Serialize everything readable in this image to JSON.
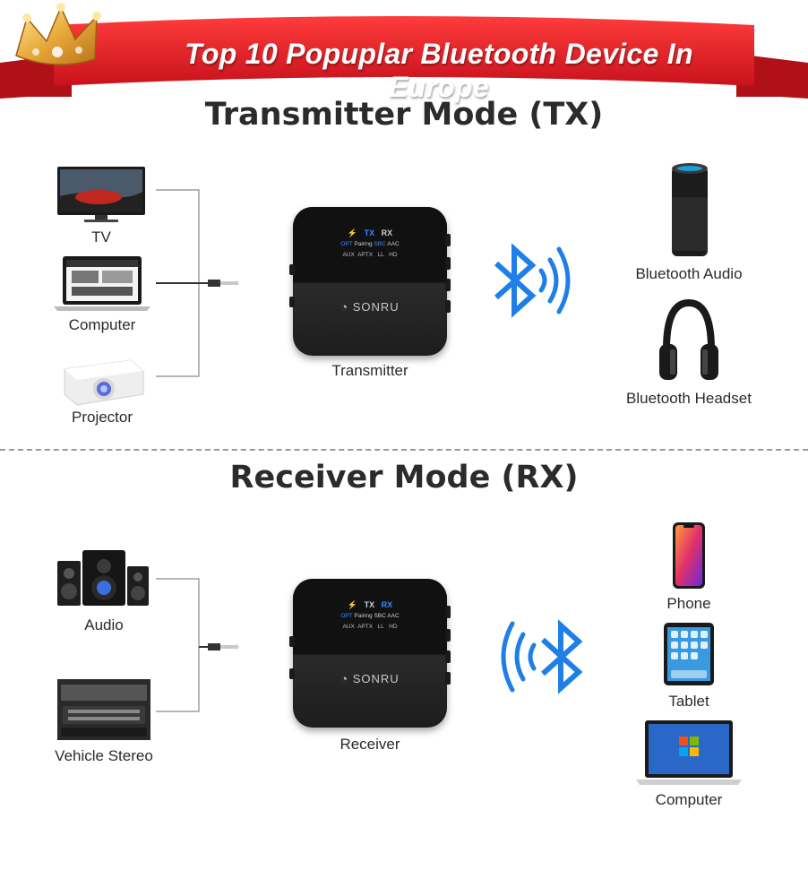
{
  "banner": {
    "title": "Top 10 Popuplar Bluetooth Device In Europe",
    "color": "#e0222e"
  },
  "tx_section": {
    "title": "Transmitter Mode (TX)",
    "sources": [
      "TV",
      "Computer",
      "Projector"
    ],
    "device_label": "Transmitter",
    "targets": [
      "Bluetooth Audio",
      "Bluetooth Headset"
    ]
  },
  "rx_section": {
    "title": "Receiver Mode (RX)",
    "sources": [
      "Audio",
      "Vehicle Stereo"
    ],
    "device_label": "Receiver",
    "targets": [
      "Phone",
      "Tablet",
      "Computer"
    ]
  },
  "device": {
    "brand": "SONRU",
    "mode_tx": "TX",
    "mode_rx": "RX",
    "codecs_row1": [
      "OPT",
      "Pairing",
      "SBC",
      "AAC"
    ],
    "codecs_row2": [
      "AUX",
      "APTX",
      "LL",
      "HD"
    ]
  },
  "colors": {
    "bluetooth": "#1f7fe6",
    "accent_red": "#e0222e"
  },
  "icons": [
    "crown-icon",
    "bluetooth-icon",
    "signal-waves-icon",
    "audio-jack-icon"
  ]
}
